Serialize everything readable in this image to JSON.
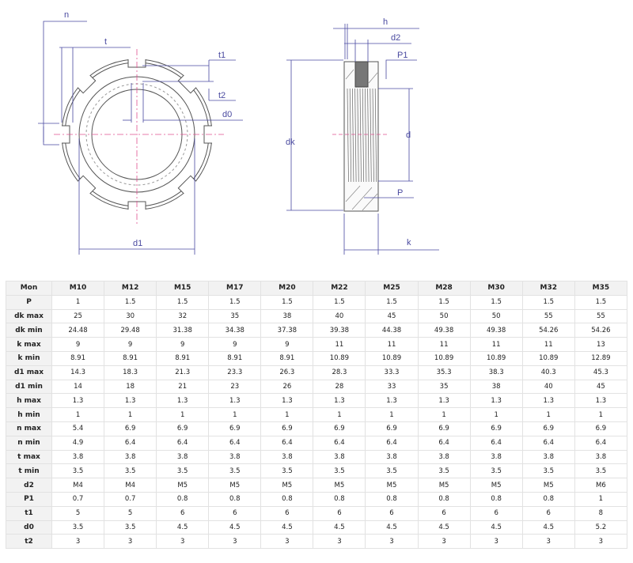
{
  "drawing": {
    "front_labels": {
      "n": "n",
      "t": "t",
      "t1": "t1",
      "t2": "t2",
      "d0": "d0",
      "d1": "d1"
    },
    "side_labels": {
      "h": "h",
      "d2": "d2",
      "P1": "P1",
      "dk": "dk",
      "d": "d",
      "P": "P",
      "k": "k"
    },
    "colors": {
      "dimension": "#4a4aa0",
      "centerline": "#e05090",
      "outline": "#555555"
    }
  },
  "table": {
    "corner": "Mon",
    "columns": [
      "M10",
      "M12",
      "M15",
      "M17",
      "M20",
      "M22",
      "M25",
      "M28",
      "M30",
      "M32",
      "M35"
    ],
    "rows": [
      {
        "label": "P",
        "values": [
          "1",
          "1.5",
          "1.5",
          "1.5",
          "1.5",
          "1.5",
          "1.5",
          "1.5",
          "1.5",
          "1.5",
          "1.5"
        ]
      },
      {
        "label": "dk max",
        "values": [
          "25",
          "30",
          "32",
          "35",
          "38",
          "40",
          "45",
          "50",
          "50",
          "55",
          "55"
        ]
      },
      {
        "label": "dk min",
        "values": [
          "24.48",
          "29.48",
          "31.38",
          "34.38",
          "37.38",
          "39.38",
          "44.38",
          "49.38",
          "49.38",
          "54.26",
          "54.26"
        ]
      },
      {
        "label": "k max",
        "values": [
          "9",
          "9",
          "9",
          "9",
          "9",
          "11",
          "11",
          "11",
          "11",
          "11",
          "13"
        ]
      },
      {
        "label": "k min",
        "values": [
          "8.91",
          "8.91",
          "8.91",
          "8.91",
          "8.91",
          "10.89",
          "10.89",
          "10.89",
          "10.89",
          "10.89",
          "12.89"
        ]
      },
      {
        "label": "d1 max",
        "values": [
          "14.3",
          "18.3",
          "21.3",
          "23.3",
          "26.3",
          "28.3",
          "33.3",
          "35.3",
          "38.3",
          "40.3",
          "45.3"
        ]
      },
      {
        "label": "d1 min",
        "values": [
          "14",
          "18",
          "21",
          "23",
          "26",
          "28",
          "33",
          "35",
          "38",
          "40",
          "45"
        ]
      },
      {
        "label": "h max",
        "values": [
          "1.3",
          "1.3",
          "1.3",
          "1.3",
          "1.3",
          "1.3",
          "1.3",
          "1.3",
          "1.3",
          "1.3",
          "1.3"
        ]
      },
      {
        "label": "h min",
        "values": [
          "1",
          "1",
          "1",
          "1",
          "1",
          "1",
          "1",
          "1",
          "1",
          "1",
          "1"
        ]
      },
      {
        "label": "n max",
        "values": [
          "5.4",
          "6.9",
          "6.9",
          "6.9",
          "6.9",
          "6.9",
          "6.9",
          "6.9",
          "6.9",
          "6.9",
          "6.9"
        ]
      },
      {
        "label": "n min",
        "values": [
          "4.9",
          "6.4",
          "6.4",
          "6.4",
          "6.4",
          "6.4",
          "6.4",
          "6.4",
          "6.4",
          "6.4",
          "6.4"
        ]
      },
      {
        "label": "t max",
        "values": [
          "3.8",
          "3.8",
          "3.8",
          "3.8",
          "3.8",
          "3.8",
          "3.8",
          "3.8",
          "3.8",
          "3.8",
          "3.8"
        ]
      },
      {
        "label": "t min",
        "values": [
          "3.5",
          "3.5",
          "3.5",
          "3.5",
          "3.5",
          "3.5",
          "3.5",
          "3.5",
          "3.5",
          "3.5",
          "3.5"
        ]
      },
      {
        "label": "d2",
        "values": [
          "M4",
          "M4",
          "M5",
          "M5",
          "M5",
          "M5",
          "M5",
          "M5",
          "M5",
          "M5",
          "M6"
        ]
      },
      {
        "label": "P1",
        "values": [
          "0.7",
          "0.7",
          "0.8",
          "0.8",
          "0.8",
          "0.8",
          "0.8",
          "0.8",
          "0.8",
          "0.8",
          "1"
        ]
      },
      {
        "label": "t1",
        "values": [
          "5",
          "5",
          "6",
          "6",
          "6",
          "6",
          "6",
          "6",
          "6",
          "6",
          "8"
        ]
      },
      {
        "label": "d0",
        "values": [
          "3.5",
          "3.5",
          "4.5",
          "4.5",
          "4.5",
          "4.5",
          "4.5",
          "4.5",
          "4.5",
          "4.5",
          "5.2"
        ]
      },
      {
        "label": "t2",
        "values": [
          "3",
          "3",
          "3",
          "3",
          "3",
          "3",
          "3",
          "3",
          "3",
          "3",
          "3"
        ]
      }
    ]
  }
}
